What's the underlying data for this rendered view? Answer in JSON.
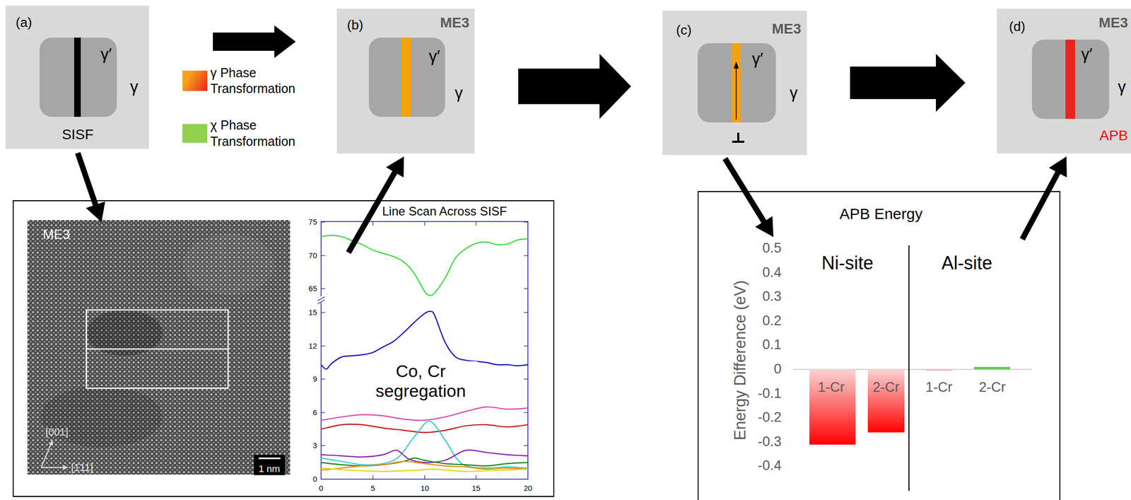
{
  "diagram": {
    "nodes": [
      {
        "text": [
          "(a)",
          "γ",
          "SISF"
        ]
      },
      {
        "text": [
          "γ′"
        ],
        "in": 0
      },
      {
        "text": [
          "(b)",
          "ME3",
          "γ"
        ]
      },
      {
        "text": [
          "γ′"
        ],
        "in": 2
      },
      {
        "text": [
          "(c)",
          "ME3",
          "γ"
        ]
      },
      {
        "text": [
          "γ′"
        ],
        "in": 4
      },
      {
        "text": [
          "(d)",
          "ME3",
          "γ",
          "APB"
        ]
      },
      {
        "text": [
          "γ′"
        ],
        "in": 6
      },
      {
        "text": [
          "ME3"
        ]
      },
      {
        "text": [
          "Line Scan Across SISF",
          "Co, Cr segregation"
        ]
      },
      {
        "text": [
          "APB Energy",
          "Energy Difference (eV)"
        ]
      }
    ],
    "edges": [
      {
        "from": 0,
        "to": 2,
        "arrow": "to"
      },
      {
        "from": 2,
        "to": 4,
        "arrow": "to"
      },
      {
        "from": 4,
        "to": 6,
        "arrow": "to"
      },
      {
        "from": 0,
        "to": 8,
        "arrow": "to"
      },
      {
        "from": 9,
        "to": 2,
        "arrow": "to"
      },
      {
        "from": 4,
        "to": 10,
        "arrow": "to"
      },
      {
        "from": 10,
        "to": 6,
        "arrow": "to"
      }
    ],
    "labels": [
      "[001]",
      "[1̄11]",
      "1 nm",
      "75",
      "70",
      "65",
      "15",
      "12",
      "9",
      "6",
      "3",
      "0",
      "0",
      "5",
      "10",
      "15",
      "20",
      "Ni-site",
      "Al-site",
      "0.5",
      "0.4",
      "0.3",
      "0.2",
      "0.1",
      "0",
      "-0.1",
      "-0.2",
      "-0.3",
      "-0.4",
      "1-Cr",
      "2-Cr",
      "1-Cr",
      "2-Cr"
    ],
    "legend": [
      {
        "text": "γ Phase Transformation",
        "color": "#f7a21b"
      },
      {
        "text": "χ Phase Transformation",
        "color": "#92d050"
      }
    ]
  }
}
